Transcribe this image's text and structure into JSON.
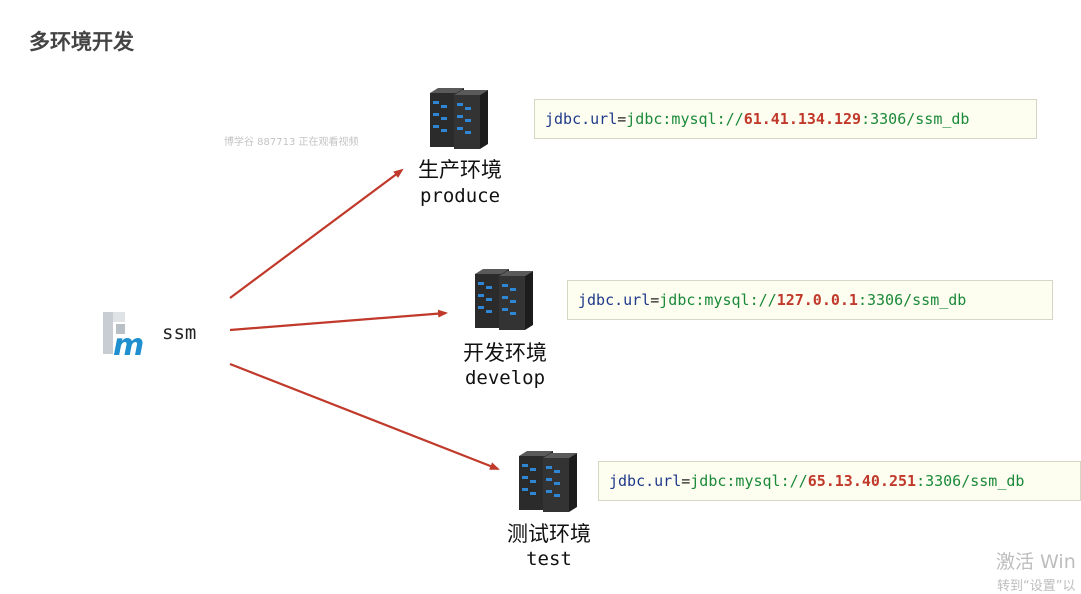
{
  "title": "多环境开发",
  "watermark": "博学谷 887713 正在观看视频",
  "source": {
    "label": "ssm",
    "logo_icon": "maven-m-icon"
  },
  "environments": [
    {
      "name": "生产环境",
      "code": "produce",
      "jdbc": {
        "key": "jdbc.url",
        "eq": "=",
        "prefix": "jdbc:mysql://",
        "ip": "61.41.134.129",
        "suffix": ":3306/ssm_db"
      }
    },
    {
      "name": "开发环境",
      "code": "develop",
      "jdbc": {
        "key": "jdbc.url",
        "eq": "=",
        "prefix": "jdbc:mysql://",
        "ip": "127.0.0.1",
        "suffix": ":3306/ssm_db"
      }
    },
    {
      "name": "测试环境",
      "code": "test",
      "jdbc": {
        "key": "jdbc.url",
        "eq": "=",
        "prefix": "jdbc:mysql://",
        "ip": "65.13.40.251",
        "suffix": ":3306/ssm_db"
      }
    }
  ],
  "os_notice": {
    "line1": "激活 Win",
    "line2": "转到“设置”以"
  },
  "colors": {
    "arrow": "#c0392b",
    "ip": "#c0392b",
    "key": "#1f3a8a",
    "value": "#1b8a3a",
    "box_bg": "#fdfdf0"
  }
}
